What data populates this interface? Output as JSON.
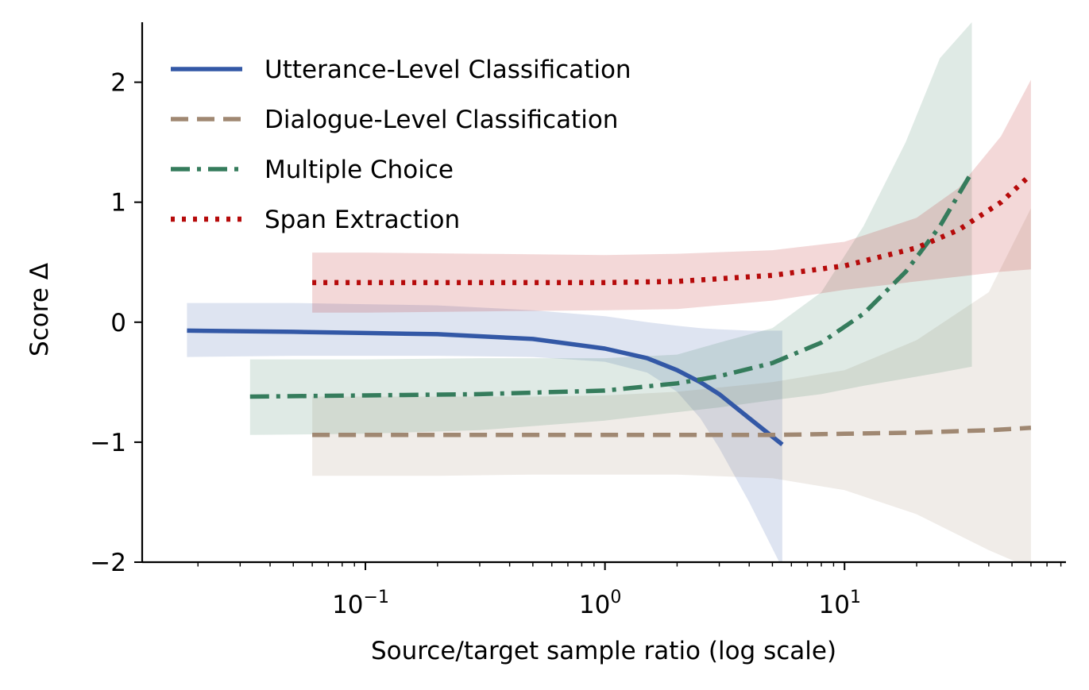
{
  "chart_data": {
    "type": "line",
    "title": "",
    "xlabel": "Source/target sample ratio (log scale)",
    "ylabel": "Score Δ",
    "xscale": "log",
    "xlim": [
      0.0117,
      84
    ],
    "ylim": [
      -2,
      2.5
    ],
    "grid": false,
    "legend_position": "top-left",
    "x_ticks": [
      {
        "value": 0.1,
        "label": "10−1",
        "base": "10",
        "exp": "−1"
      },
      {
        "value": 1,
        "label": "10⁰",
        "base": "10",
        "exp": "0"
      },
      {
        "value": 10,
        "label": "10¹",
        "base": "10",
        "exp": "1"
      }
    ],
    "y_ticks": [
      {
        "value": -2,
        "label": "−2"
      },
      {
        "value": -1,
        "label": "−1"
      },
      {
        "value": 0,
        "label": "0"
      },
      {
        "value": 1,
        "label": "1"
      },
      {
        "value": 2,
        "label": "2"
      }
    ],
    "series": [
      {
        "name": "Utterance-Level Classification",
        "color": "#3358a6",
        "dash": "solid",
        "x": [
          0.018,
          0.05,
          0.1,
          0.2,
          0.5,
          1.0,
          1.5,
          2.0,
          2.5,
          3.0,
          4.0,
          5.5
        ],
        "y": [
          -0.07,
          -0.08,
          -0.09,
          -0.1,
          -0.14,
          -0.22,
          -0.3,
          -0.4,
          -0.5,
          -0.6,
          -0.8,
          -1.02
        ],
        "lower": [
          -0.29,
          -0.28,
          -0.28,
          -0.28,
          -0.29,
          -0.33,
          -0.42,
          -0.58,
          -0.8,
          -1.05,
          -1.5,
          -2.05
        ],
        "upper": [
          0.16,
          0.16,
          0.15,
          0.14,
          0.1,
          0.05,
          0.0,
          -0.03,
          -0.05,
          -0.06,
          -0.07,
          -0.07
        ]
      },
      {
        "name": "Dialogue-Level Classification",
        "color": "#a08872",
        "dash": "dashed",
        "x": [
          0.06,
          0.1,
          0.2,
          0.5,
          1.0,
          2.0,
          5.0,
          10,
          20,
          40,
          60
        ],
        "y": [
          -0.94,
          -0.94,
          -0.94,
          -0.94,
          -0.94,
          -0.94,
          -0.94,
          -0.93,
          -0.92,
          -0.9,
          -0.88
        ],
        "lower": [
          -1.28,
          -1.28,
          -1.28,
          -1.27,
          -1.27,
          -1.27,
          -1.3,
          -1.4,
          -1.6,
          -1.9,
          -2.05
        ],
        "upper": [
          -0.62,
          -0.62,
          -0.62,
          -0.62,
          -0.61,
          -0.58,
          -0.5,
          -0.4,
          -0.15,
          0.25,
          0.95
        ]
      },
      {
        "name": "Multiple Choice",
        "color": "#357c5c",
        "dash": "dashdot",
        "x": [
          0.033,
          0.1,
          0.3,
          1.0,
          2.0,
          3.0,
          5.0,
          8.0,
          12,
          18,
          25,
          34
        ],
        "y": [
          -0.62,
          -0.61,
          -0.6,
          -0.57,
          -0.51,
          -0.45,
          -0.34,
          -0.17,
          0.07,
          0.42,
          0.8,
          1.25
        ],
        "lower": [
          -0.94,
          -0.93,
          -0.9,
          -0.82,
          -0.75,
          -0.71,
          -0.65,
          -0.6,
          -0.53,
          -0.47,
          -0.42,
          -0.37
        ],
        "upper": [
          -0.31,
          -0.31,
          -0.3,
          -0.3,
          -0.27,
          -0.17,
          -0.05,
          0.25,
          0.8,
          1.5,
          2.2,
          2.5
        ]
      },
      {
        "name": "Span Extraction",
        "color": "#b60a0a",
        "dash": "dotted",
        "x": [
          0.06,
          0.1,
          0.3,
          1.0,
          2.0,
          5.0,
          10,
          20,
          30,
          45,
          60
        ],
        "y": [
          0.33,
          0.33,
          0.33,
          0.33,
          0.34,
          0.39,
          0.47,
          0.62,
          0.77,
          1.0,
          1.23
        ],
        "lower": [
          0.08,
          0.08,
          0.09,
          0.1,
          0.11,
          0.18,
          0.27,
          0.34,
          0.38,
          0.42,
          0.44
        ],
        "upper": [
          0.58,
          0.58,
          0.57,
          0.56,
          0.57,
          0.6,
          0.67,
          0.87,
          1.12,
          1.55,
          2.02
        ]
      }
    ]
  }
}
